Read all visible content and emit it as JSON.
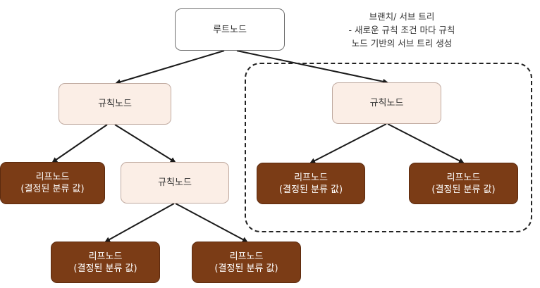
{
  "annotation": {
    "line1": "브랜치/ 서브 트리",
    "line2": "- 새로운 규칙 조건 마다 규칙",
    "line3": "노드 기반의 서브 트리 생성"
  },
  "nodes": {
    "root": "루트노드",
    "rule1": "규칙노드",
    "rule2": "규칙노드",
    "rule3": "규칙노드",
    "leaf1": {
      "title": "리프노드",
      "sub": "(결정된 분류 값)"
    },
    "leaf2": {
      "title": "리프노드",
      "sub": "(결정된 분류 값)"
    },
    "leaf3": {
      "title": "리프노드",
      "sub": "(결정된 분류 값)"
    },
    "leaf4": {
      "title": "리프노드",
      "sub": "(결정된 분류 값)"
    },
    "leaf5": {
      "title": "리프노드",
      "sub": "(결정된 분류 값)"
    }
  },
  "colors": {
    "leaf_fill": "#7b3c16",
    "rule_fill": "#fbeee6",
    "root_fill": "#ffffff",
    "edge": "#1a1a1a"
  }
}
